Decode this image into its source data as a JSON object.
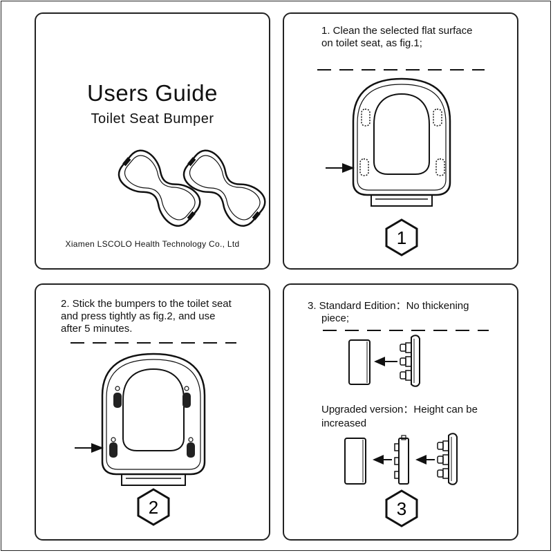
{
  "cover": {
    "title": "Users Guide",
    "subtitle": "Toilet Seat Bumper",
    "company": "Xiamen LSCOLO Health Technology Co., Ltd"
  },
  "step1": {
    "line1": "1. Clean the selected flat surface",
    "line2": "on toilet seat, as fig.1;",
    "badge": "1"
  },
  "step2": {
    "line1": "2. Stick the bumpers to the toilet seat",
    "line2": "and press tightly as fig.2, and use",
    "line3": "after 5 minutes.",
    "badge": "2"
  },
  "step3": {
    "standard_line1": "3. Standard Edition：No thickening",
    "standard_line2": "piece;",
    "upgraded_line1": "Upgraded version：Height can be",
    "upgraded_line2": "increased",
    "badge": "3"
  },
  "icons": {
    "arrow": "arrow-right-icon",
    "badge": "hexagon-icon",
    "bumper": "bumper-icon",
    "seat": "toilet-seat-icon"
  }
}
